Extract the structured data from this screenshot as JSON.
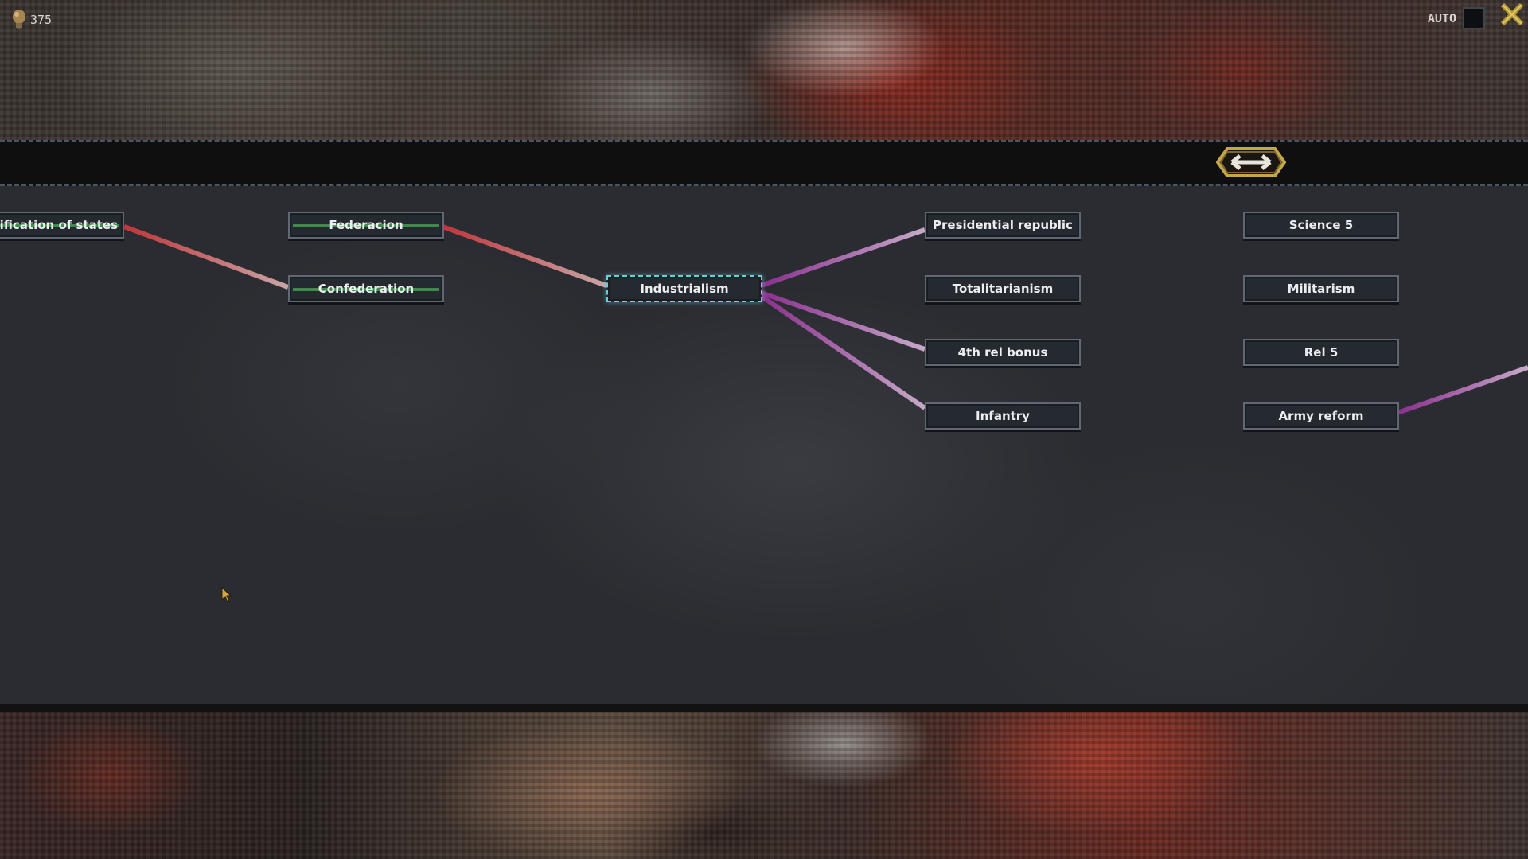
{
  "hud": {
    "resource_icon": "lightbulb-icon",
    "resource_value": "375",
    "auto_label": "AUTO",
    "close_icon": "close-icon"
  },
  "header": {
    "scroll_icon": "double-arrow-icon"
  },
  "colors": {
    "link_red": "#c0353a",
    "link_purple": "#a23fa3",
    "owned_bar": "#3f8a4c",
    "selected_border": "#5fd3d6"
  },
  "tree": {
    "nodes": [
      {
        "id": "unification",
        "label": "Unification of states",
        "visible_label": "ification of states",
        "state": "owned"
      },
      {
        "id": "federacion",
        "label": "Federacion",
        "state": "owned"
      },
      {
        "id": "confederation",
        "label": "Confederation",
        "state": "owned"
      },
      {
        "id": "industrialism",
        "label": "Industrialism",
        "state": "selected"
      },
      {
        "id": "presidential",
        "label": "Presidential republic",
        "state": "available"
      },
      {
        "id": "totalitarianism",
        "label": "Totalitarianism",
        "state": "available"
      },
      {
        "id": "rel_bonus",
        "label": "4th rel bonus",
        "state": "available"
      },
      {
        "id": "infantry",
        "label": "Infantry",
        "state": "available"
      },
      {
        "id": "science5",
        "label": "Science 5",
        "state": "locked"
      },
      {
        "id": "militarism",
        "label": "Militarism",
        "state": "locked"
      },
      {
        "id": "rel5",
        "label": "Rel 5",
        "state": "locked"
      },
      {
        "id": "army_reform",
        "label": "Army reform",
        "state": "locked"
      }
    ]
  }
}
